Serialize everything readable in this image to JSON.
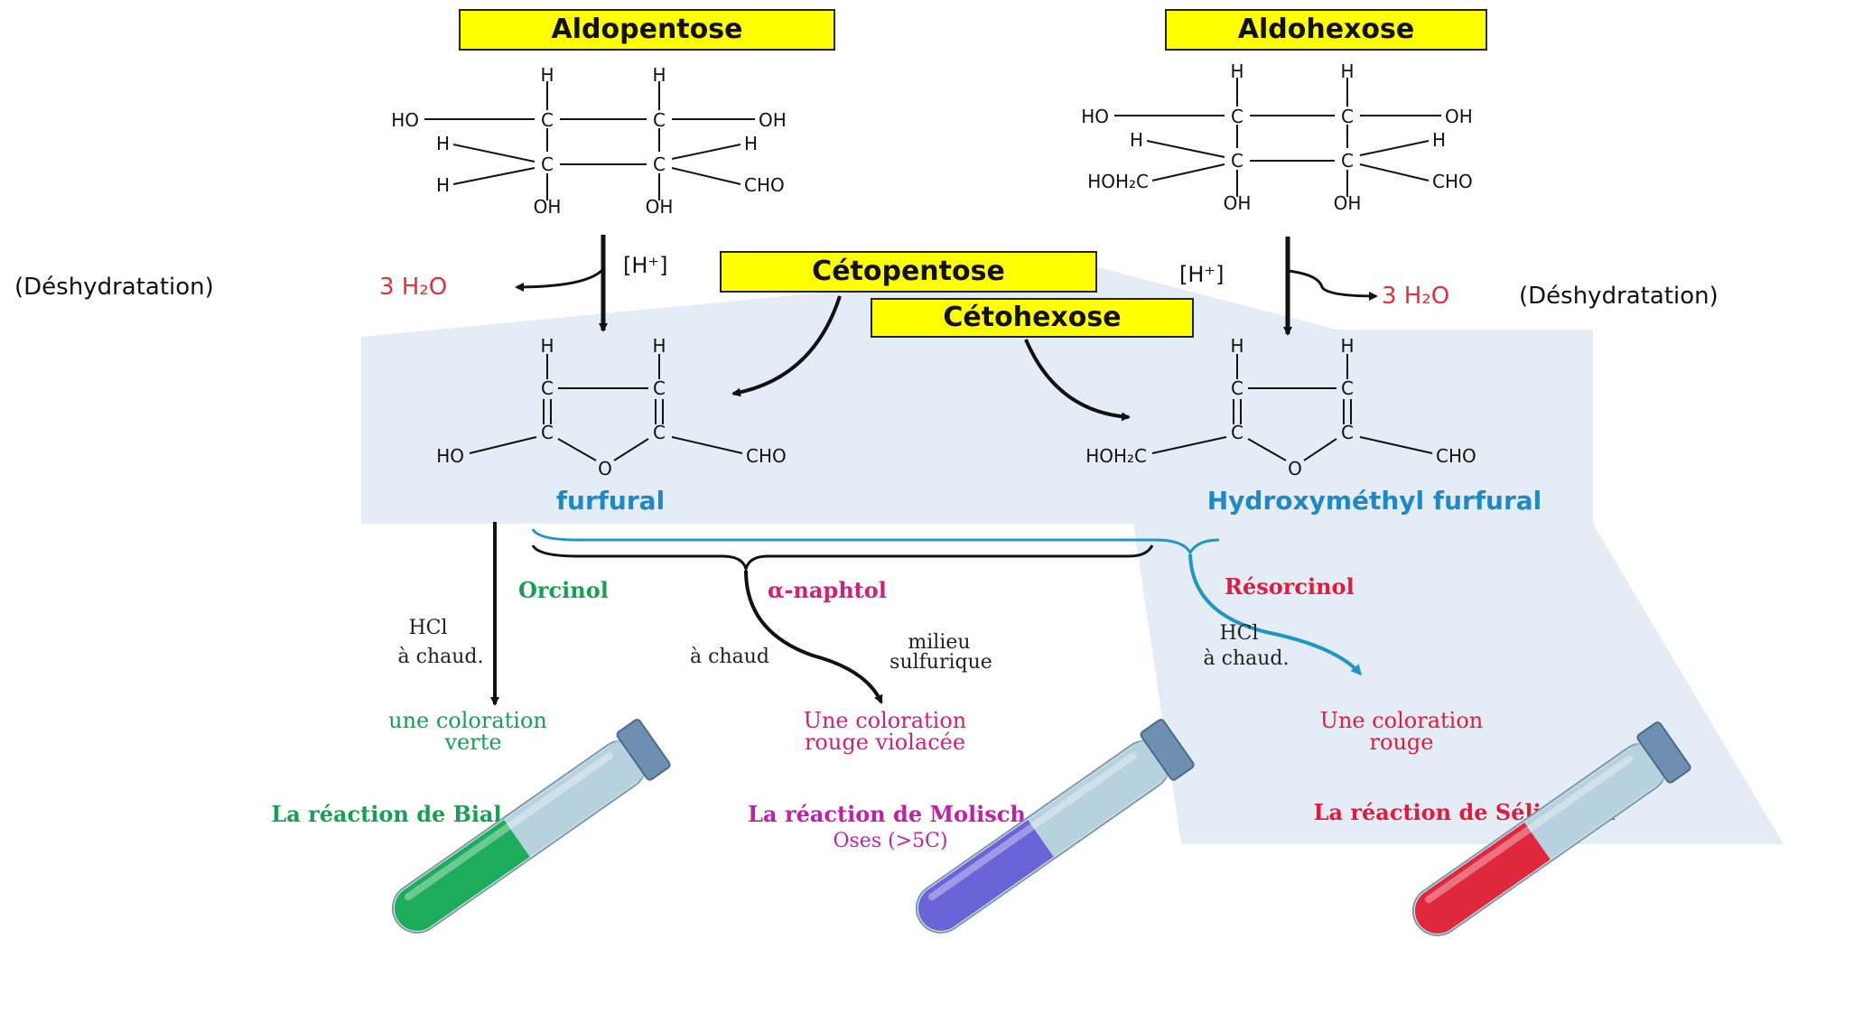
{
  "sugars": {
    "aldopentose": "Aldopentose",
    "aldohexose": "Aldohexose",
    "cetopentose": "Cétopentose",
    "cetohexose": "Cétohexose"
  },
  "catalyst": "[H⁺]",
  "dehydration": {
    "left_label": "(Déshydratation)",
    "right_label": "(Déshydratation)",
    "water": "3 H₂O"
  },
  "atoms": {
    "H": "H",
    "C": "C",
    "O": "O",
    "HO": "HO",
    "OH": "OH",
    "CHO": "CHO",
    "HOH2C": "HOH₂C"
  },
  "products": {
    "furfural": "furfural",
    "hmf": "Hydroxyméthyl furfural"
  },
  "reagents": {
    "orcinol": "Orcinol",
    "naphtol": "α-naphtol",
    "resorcinol": "Résorcinol"
  },
  "conditions": {
    "hcl": "HCl",
    "a_chaud": "à chaud.",
    "a_chaud_molisch": "à chaud",
    "milieu": "milieu",
    "sulfurique": "sulfurique"
  },
  "results": {
    "green": [
      "une coloration",
      "verte"
    ],
    "violet": [
      "Une coloration",
      "rouge violacée"
    ],
    "red": [
      "Une coloration",
      "rouge"
    ]
  },
  "tests": {
    "bial": "La réaction de Bial",
    "molisch": "La réaction de Molisch",
    "molisch_note": "Oses (>5C)",
    "selivanoff": "La réaction de Sélivanoff"
  },
  "colors": {
    "label_box": "#ffff00",
    "panel": "#e4edf6",
    "water_red": "#e8303a",
    "teal": "#2196c4",
    "product_blue": "#1e88c8",
    "orcinol_green": "#17a050",
    "naphtol_magenta": "#d0207a",
    "resorcinol_red": "#e01c3c",
    "molisch_purple": "#c020a8",
    "tube_green": "#1dac5a",
    "tube_violet": "#6a64d8",
    "tube_red": "#e0283c"
  }
}
